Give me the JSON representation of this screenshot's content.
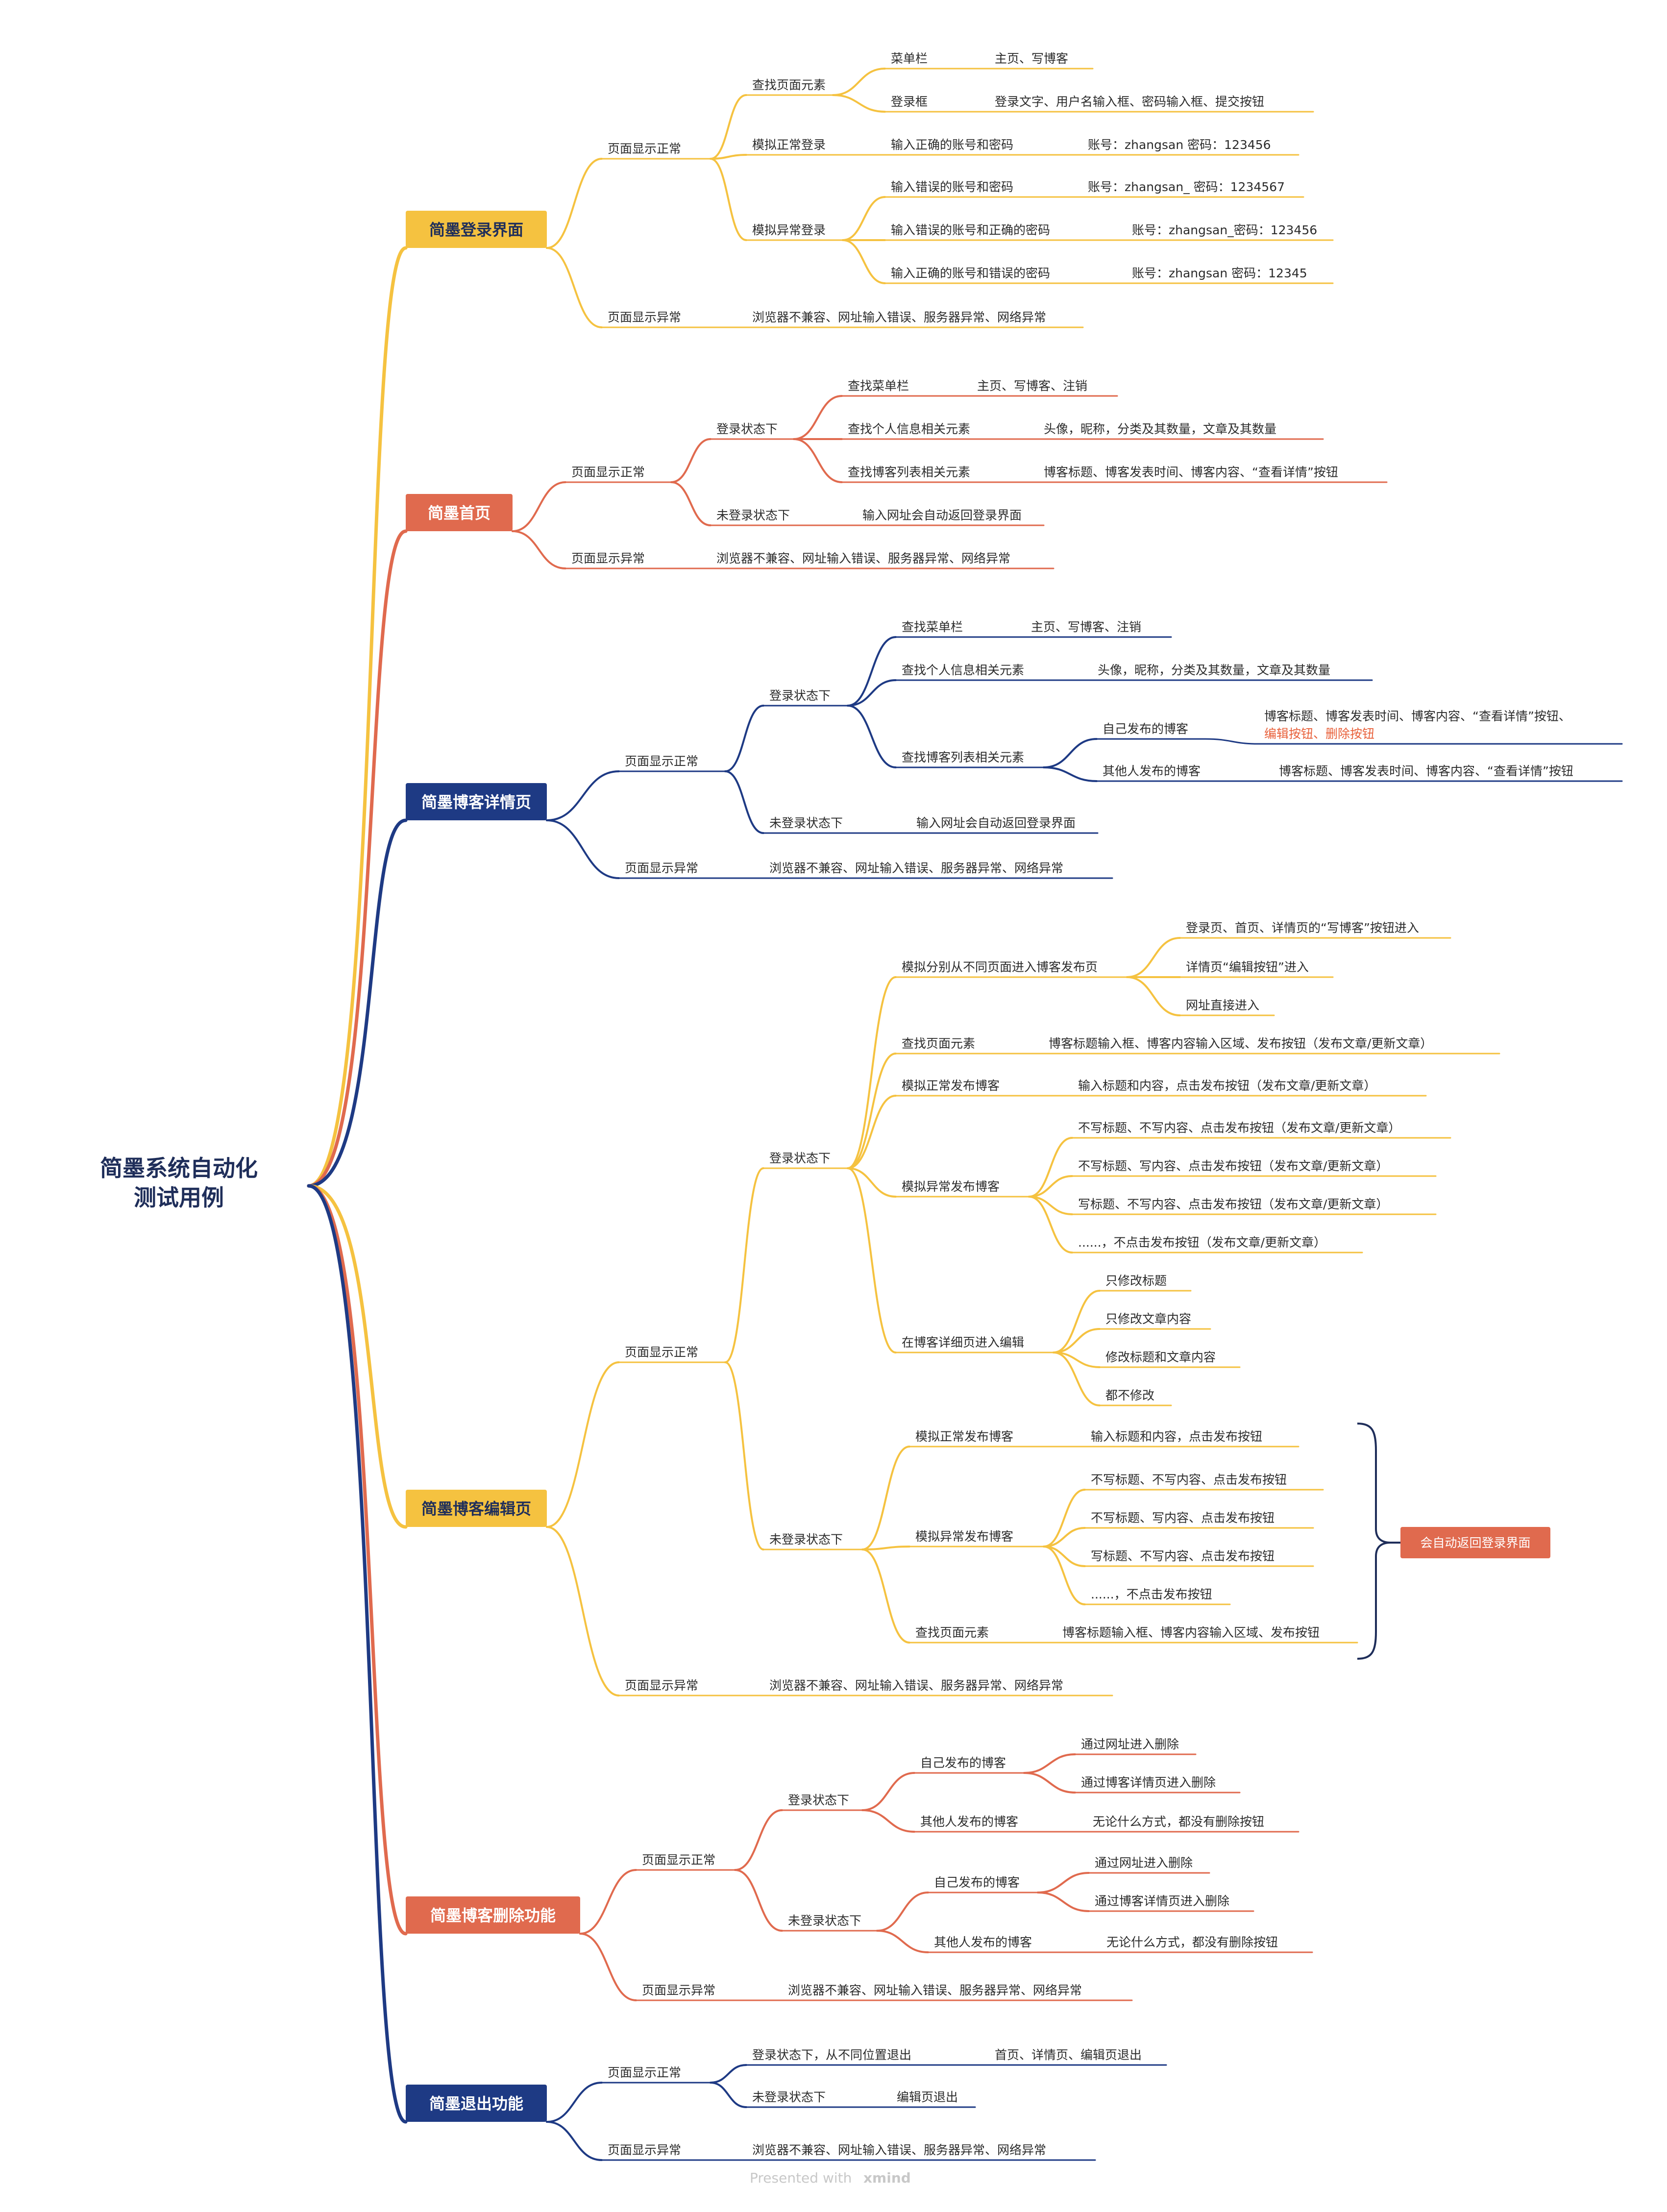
{
  "colors": {
    "yellow": "#f5c240",
    "red": "#e06a4e",
    "navy": "#1e3a84",
    "dark": "#1f2e5a",
    "highlight": "#e8603a"
  },
  "root": {
    "text_lines": [
      "简墨系统自动化",
      "测试用例"
    ]
  },
  "branches": [
    {
      "id": "login",
      "title": "简墨登录界面",
      "color": "yellow"
    },
    {
      "id": "home",
      "title": "简墨首页",
      "color": "red"
    },
    {
      "id": "detail",
      "title": "简墨博客详情页",
      "color": "navy"
    },
    {
      "id": "edit",
      "title": "简墨博客编辑页",
      "color": "yellow"
    },
    {
      "id": "delete",
      "title": "简墨博客删除功能",
      "color": "red"
    },
    {
      "id": "logout",
      "title": "简墨退出功能",
      "color": "navy"
    }
  ],
  "nodes": {
    "login": {
      "normal": "页面显示正常",
      "find": "查找页面元素",
      "menu": "菜单栏",
      "menu_val": "主页、写博客",
      "loginbox": "登录框",
      "loginbox_val": "登录文字、用户名输入框、密码输入框、提交按钮",
      "sim_ok": "模拟正常登录",
      "ok_case": "输入正确的账号和密码",
      "ok_val": "账号：zhangsan 密码：123456",
      "sim_err": "模拟异常登录",
      "err1": "输入错误的账号和密码",
      "err1_val": "账号：zhangsan_ 密码：1234567",
      "err2": "输入错误的账号和正确的密码",
      "err2_val": "账号：zhangsan_密码：123456",
      "err3": "输入正确的账号和错误的密码",
      "err3_val": "账号：zhangsan 密码：12345",
      "abnormal": "页面显示异常",
      "abnormal_val": "浏览器不兼容、网址输入错误、服务器异常、网络异常"
    },
    "home": {
      "normal": "页面显示正常",
      "logged": "登录状态下",
      "menu": "查找菜单栏",
      "menu_val": "主页、写博客、注销",
      "user": "查找个人信息相关元素",
      "user_val": "头像，昵称，分类及其数量，文章及其数量",
      "list": "查找博客列表相关元素",
      "list_val": "博客标题、博客发表时间、博客内容、“查看详情”按钮",
      "notlogged": "未登录状态下",
      "notlogged_val": "输入网址会自动返回登录界面",
      "abnormal": "页面显示异常",
      "abnormal_val": "浏览器不兼容、网址输入错误、服务器异常、网络异常"
    },
    "detail": {
      "normal": "页面显示正常",
      "logged": "登录状态下",
      "menu": "查找菜单栏",
      "menu_val": "主页、写博客、注销",
      "user": "查找个人信息相关元素",
      "user_val": "头像，昵称，分类及其数量，文章及其数量",
      "list": "查找博客列表相关元素",
      "own": "自己发布的博客",
      "own_val": "博客标题、博客发表时间、博客内容、“查看详情”按钮、",
      "own_val2": "编辑按钮、删除按钮",
      "other": "其他人发布的博客",
      "other_val": "博客标题、博客发表时间、博客内容、“查看详情”按钮",
      "notlogged": "未登录状态下",
      "notlogged_val": "输入网址会自动返回登录界面",
      "abnormal": "页面显示异常",
      "abnormal_val": "浏览器不兼容、网址输入错误、服务器异常、网络异常"
    },
    "edit": {
      "normal": "页面显示正常",
      "logged": "登录状态下",
      "entry": "模拟分别从不同页面进入博客发布页",
      "entry1": "登录页、首页、详情页的“写博客”按钮进入",
      "entry2": "详情页“编辑按钮”进入",
      "entry3": "网址直接进入",
      "find": "查找页面元素",
      "find_val": "博客标题输入框、博客内容输入区域、发布按钮（发布文章/更新文章）",
      "pub_ok": "模拟正常发布博客",
      "pub_ok_val": "输入标题和内容，点击发布按钮（发布文章/更新文章）",
      "pub_err": "模拟异常发布博客",
      "pe1": "不写标题、不写内容、点击发布按钮（发布文章/更新文章）",
      "pe2": "不写标题、写内容、点击发布按钮（发布文章/更新文章）",
      "pe3": "写标题、不写内容、点击发布按钮（发布文章/更新文章）",
      "pe4": "......，不点击发布按钮（发布文章/更新文章）",
      "editin": "在博客详细页进入编辑",
      "ed1": "只修改标题",
      "ed2": "只修改文章内容",
      "ed3": "修改标题和文章内容",
      "ed4": "都不修改",
      "notlogged": "未登录状态下",
      "n_ok": "模拟正常发布博客",
      "n_ok_val": "输入标题和内容，点击发布按钮",
      "n_err": "模拟异常发布博客",
      "ne1": "不写标题、不写内容、点击发布按钮",
      "ne2": "不写标题、写内容、点击发布按钮",
      "ne3": "写标题、不写内容、点击发布按钮",
      "ne4": "......，不点击发布按钮",
      "n_find": "查找页面元素",
      "n_find_val": "博客标题输入框、博客内容输入区域、发布按钮",
      "callout": "会自动返回登录界面",
      "abnormal": "页面显示异常",
      "abnormal_val": "浏览器不兼容、网址输入错误、服务器异常、网络异常"
    },
    "delete": {
      "normal": "页面显示正常",
      "logged": "登录状态下",
      "own": "自己发布的博客",
      "own1": "通过网址进入删除",
      "own2": "通过博客详情页进入删除",
      "other": "其他人发布的博客",
      "other_val": "无论什么方式，都没有删除按钮",
      "notlogged": "未登录状态下",
      "n_own": "自己发布的博客",
      "n_own1": "通过网址进入删除",
      "n_own2": "通过博客详情页进入删除",
      "n_other": "其他人发布的博客",
      "n_other_val": "无论什么方式，都没有删除按钮",
      "abnormal": "页面显示异常",
      "abnormal_val": "浏览器不兼容、网址输入错误、服务器异常、网络异常"
    },
    "logout": {
      "normal": "页面显示正常",
      "logged": "登录状态下，从不同位置退出",
      "logged_val": "首页、详情页、编辑页退出",
      "notlogged": "未登录状态下",
      "notlogged_val": "编辑页退出",
      "abnormal": "页面显示异常",
      "abnormal_val": "浏览器不兼容、网址输入错误、服务器异常、网络异常"
    }
  },
  "footer": {
    "prefix": "Presented with",
    "brand": "xmind"
  }
}
